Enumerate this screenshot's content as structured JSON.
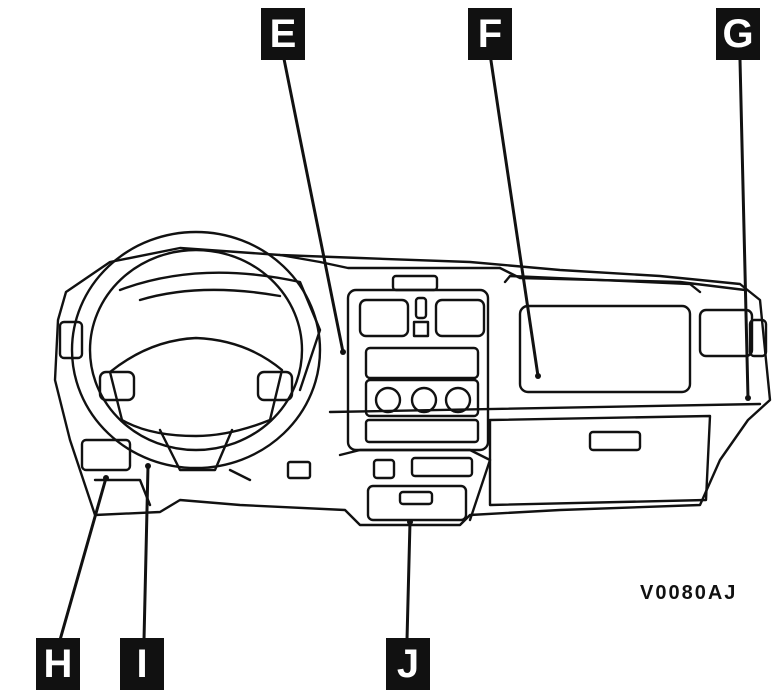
{
  "figure": {
    "code": "V0080AJ",
    "subject": "instrument-panel"
  },
  "callouts": [
    {
      "letter": "E",
      "target": "panel-center-left"
    },
    {
      "letter": "F",
      "target": "passenger-airbag-area"
    },
    {
      "letter": "G",
      "target": "panel-right-end"
    },
    {
      "letter": "H",
      "target": "lower-left-panel"
    },
    {
      "letter": "I",
      "target": "steering-column-cover"
    },
    {
      "letter": "J",
      "target": "center-lower-console"
    }
  ],
  "colors": {
    "ink": "#111111",
    "paper": "#ffffff"
  }
}
